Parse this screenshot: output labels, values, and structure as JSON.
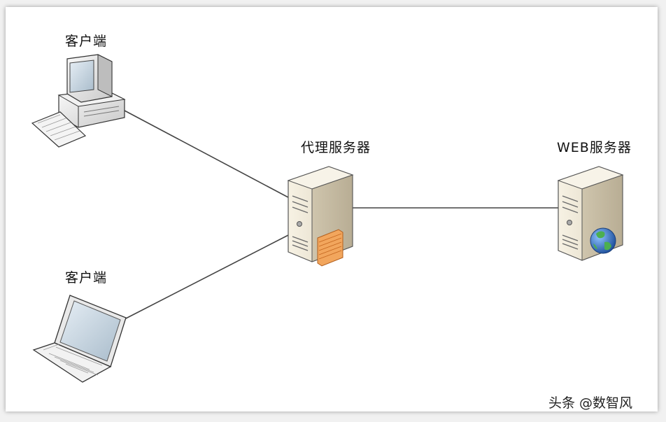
{
  "nodes": {
    "client_top": {
      "label": "客户端",
      "icon": "desktop-computer-icon"
    },
    "client_bottom": {
      "label": "客户端",
      "icon": "laptop-icon"
    },
    "proxy": {
      "label": "代理服务器",
      "icon": "server-firewall-icon"
    },
    "web": {
      "label": "WEB服务器",
      "icon": "server-globe-icon"
    }
  },
  "edges": [
    {
      "from": "client_top",
      "to": "proxy"
    },
    {
      "from": "client_bottom",
      "to": "proxy"
    },
    {
      "from": "proxy",
      "to": "web"
    }
  ],
  "watermark": "头条 @数智风",
  "colors": {
    "line": "#444444",
    "server_body": "#efe8d6",
    "firewall": "#f0a45a",
    "globe": "#2f6fc6"
  }
}
